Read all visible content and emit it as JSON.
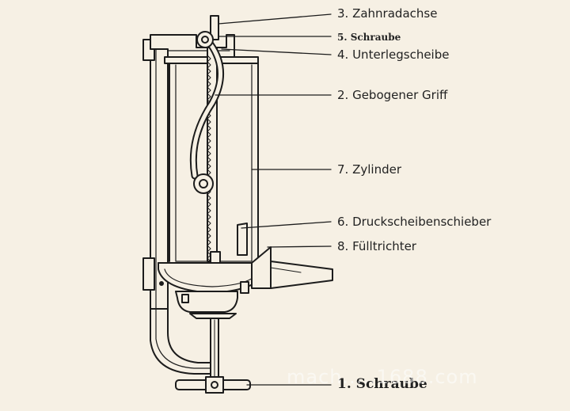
{
  "labels": {
    "zahnradachse": "3. Zahnradachse",
    "schraube_top": "5. Schraube",
    "unterlegscheibe": "4. Unterlegscheibe",
    "griff": "2. Gebogener Griff",
    "zylinder": "7. Zylinder",
    "druckscheibe": "6. Druckscheibenschieber",
    "fulltrichter": "8. Fülltrichter",
    "schraube_bottom": "1. Schraube"
  },
  "watermark": "mach.....1688.com",
  "colors": {
    "background": "#f6f0e4",
    "ink": "#1c1c1c",
    "text": "#222222"
  }
}
